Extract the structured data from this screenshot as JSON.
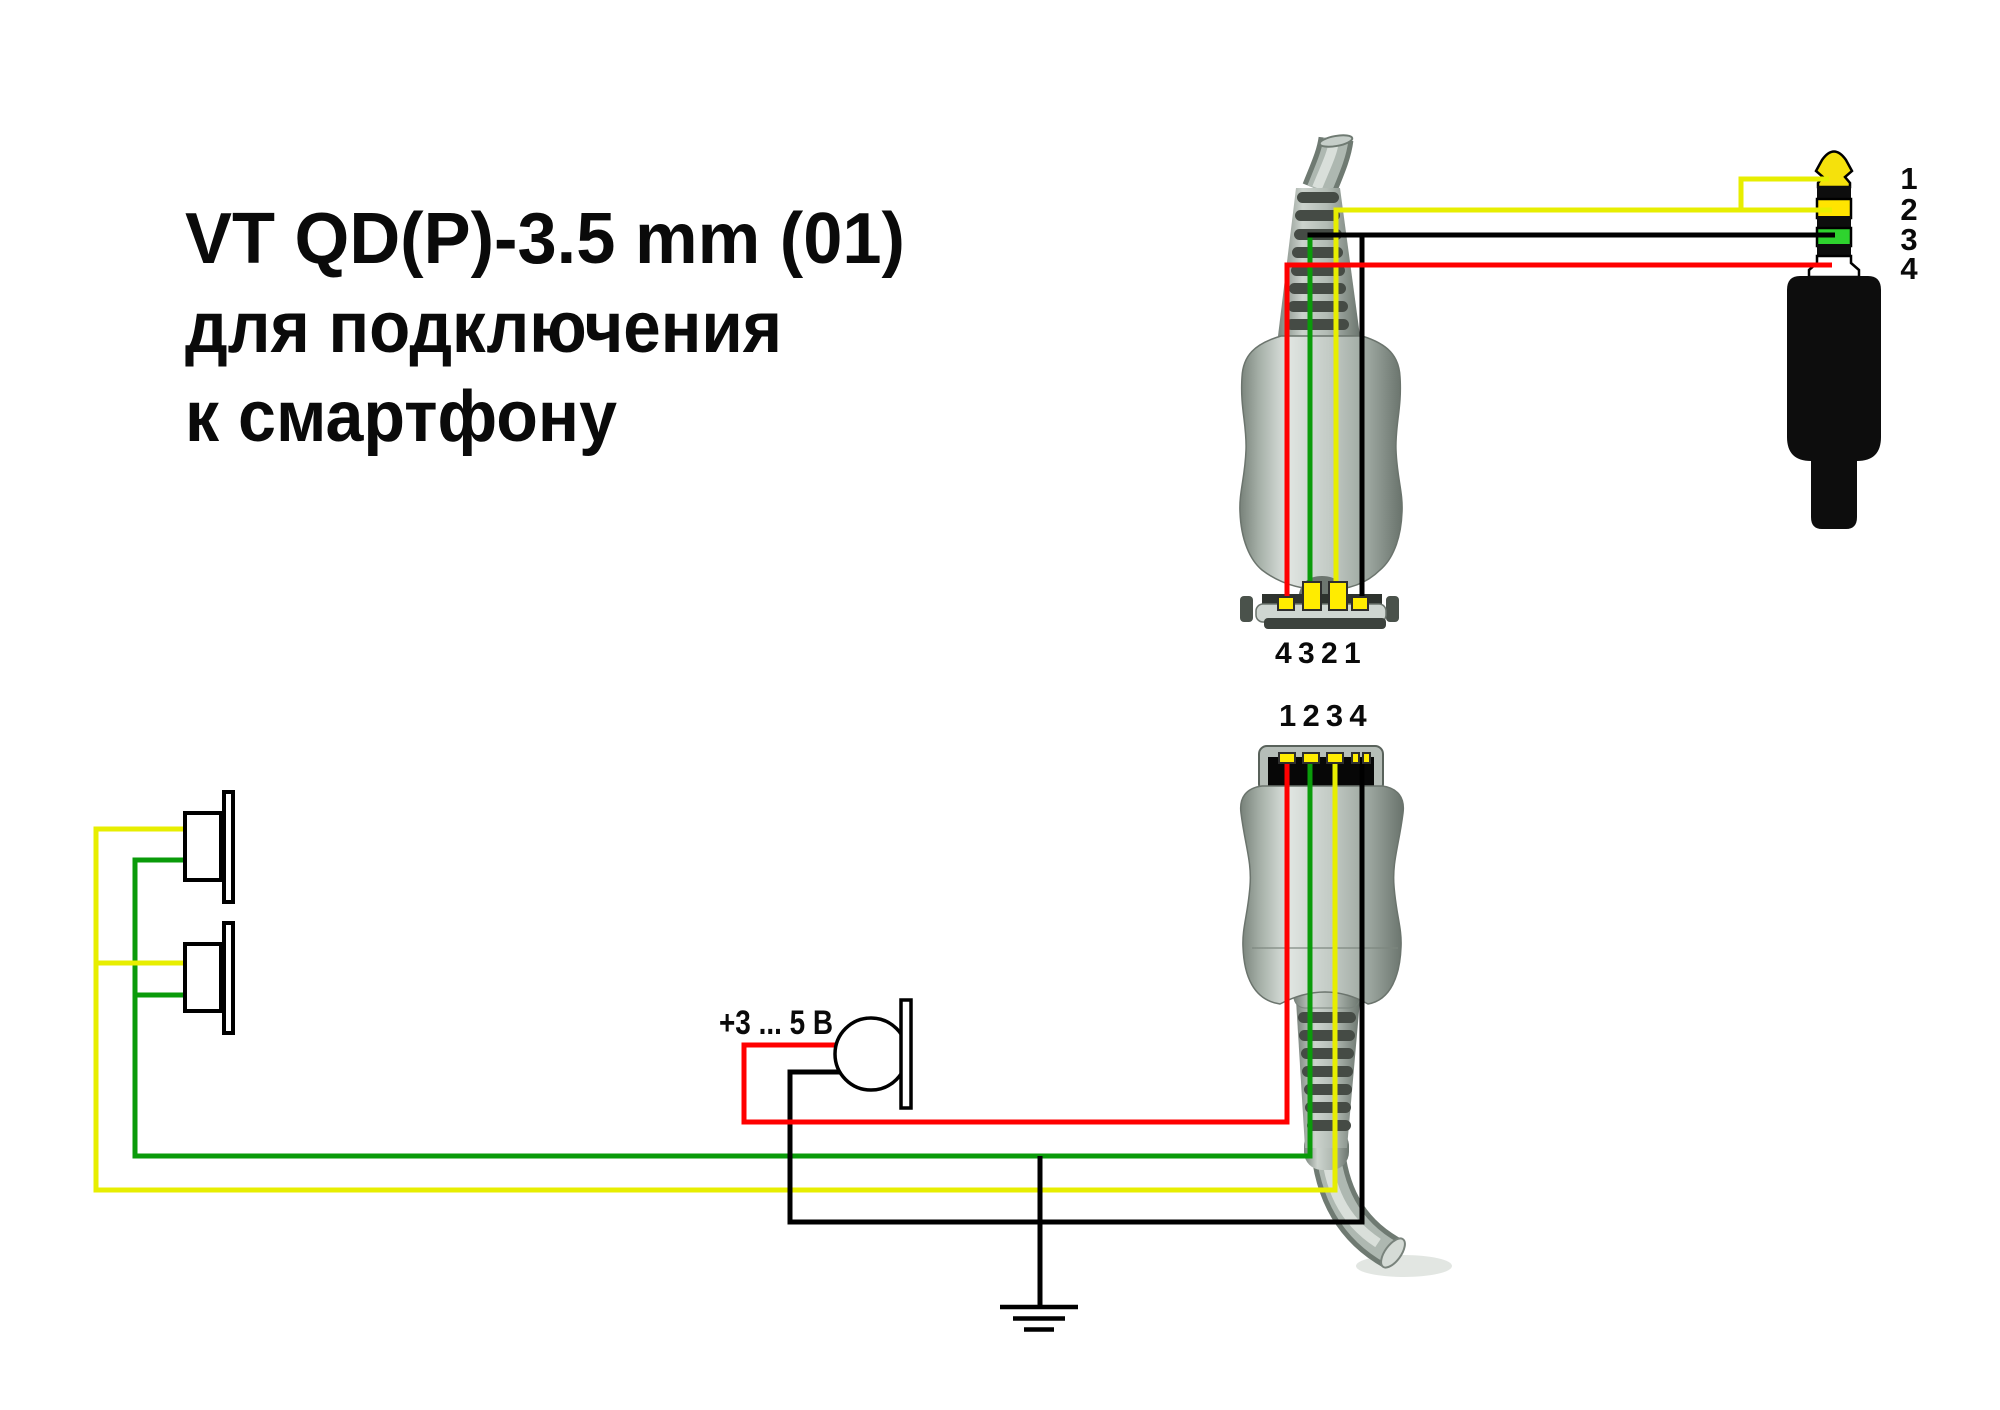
{
  "title": {
    "line1": "VT QD(P)-3.5 mm (01)",
    "line2": "для подключения",
    "line3": "к смартфону"
  },
  "colors": {
    "wire_yellow": "#e7ee00",
    "wire_green": "#0a9b0a",
    "wire_red": "#ff0000",
    "wire_black": "#000000",
    "jack_tip_yellow": "#f5e10c",
    "jack_ring2_yellow": "#ffe400",
    "jack_ring3_green": "#2ed32e",
    "jack_body_black": "#0d0d0d",
    "contact_yellow": "#ffec00"
  },
  "top_connector": {
    "pin_label": "4 3 2 1"
  },
  "bottom_connector": {
    "pin_label": "1 2 3 4"
  },
  "jack": {
    "pin_numbers": [
      "1",
      "2",
      "3",
      "4"
    ]
  },
  "mic": {
    "voltage_label": "+3 ... 5 В"
  }
}
